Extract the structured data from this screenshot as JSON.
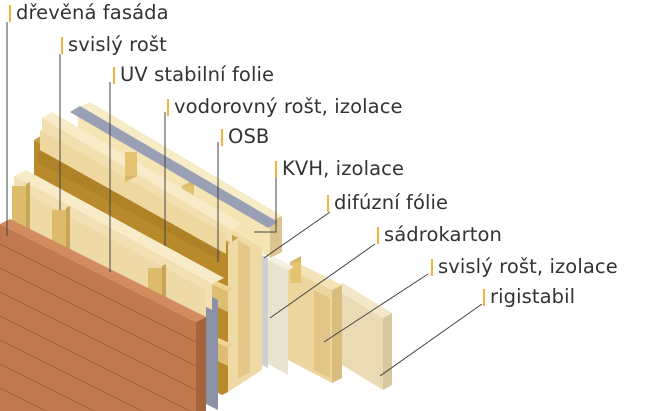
{
  "title": "Skladba dřevostavby",
  "accent_color": "#f3b23b",
  "layers": [
    {
      "id": "drevena-fasada",
      "label": "dřevěná fasáda"
    },
    {
      "id": "svisly-rost",
      "label": "svislý rošt"
    },
    {
      "id": "uv-folie",
      "label": "UV stabilní folie"
    },
    {
      "id": "vodorovny-rost",
      "label": "vodorovný rošt, izolace"
    },
    {
      "id": "osb",
      "label": "OSB"
    },
    {
      "id": "kvh",
      "label": "KVH, izolace"
    },
    {
      "id": "difuzni-folie",
      "label": "difúzní fólie"
    },
    {
      "id": "sadrokarton",
      "label": "sádrokarton"
    },
    {
      "id": "svisly-rost-izolace",
      "label": "svislý rošt, izolace"
    },
    {
      "id": "rigistabil",
      "label": "rigistabil"
    }
  ]
}
